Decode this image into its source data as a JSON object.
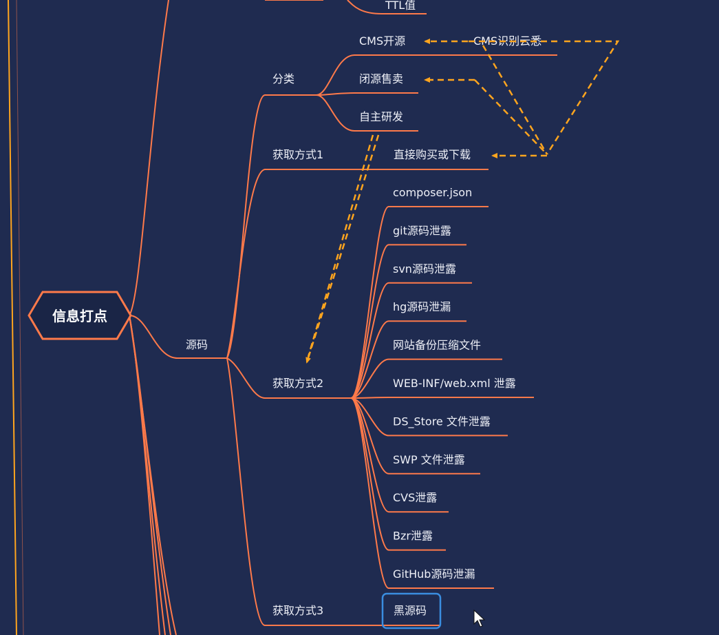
{
  "root": {
    "label": "信息打点"
  },
  "top_partial": {
    "label": "TTL值"
  },
  "source": {
    "label": "源码"
  },
  "category": {
    "label": "分类",
    "items": [
      "CMS开源",
      "闭源售卖",
      "自主研发"
    ]
  },
  "cms_identify": {
    "label": "CMS识别云悉"
  },
  "method1": {
    "label": "获取方式1",
    "items": [
      "直接购买或下载"
    ]
  },
  "method2": {
    "label": "获取方式2",
    "items": [
      "composer.json",
      "git源码泄露",
      "svn源码泄露",
      "hg源码泄漏",
      "网站备份压缩文件",
      "WEB-INF/web.xml 泄露",
      "DS_Store 文件泄露",
      "SWP 文件泄露",
      "CVS泄露",
      "Bzr泄露",
      "GitHub源码泄漏"
    ]
  },
  "method3": {
    "label": "获取方式3",
    "items": [
      "黑源码"
    ]
  },
  "colors": {
    "background": "#1f2b50",
    "branch": "#ff7a4a",
    "dashed_arrow": "#ffa51e",
    "selection": "#3a8de0",
    "text": "#eef0f7"
  }
}
